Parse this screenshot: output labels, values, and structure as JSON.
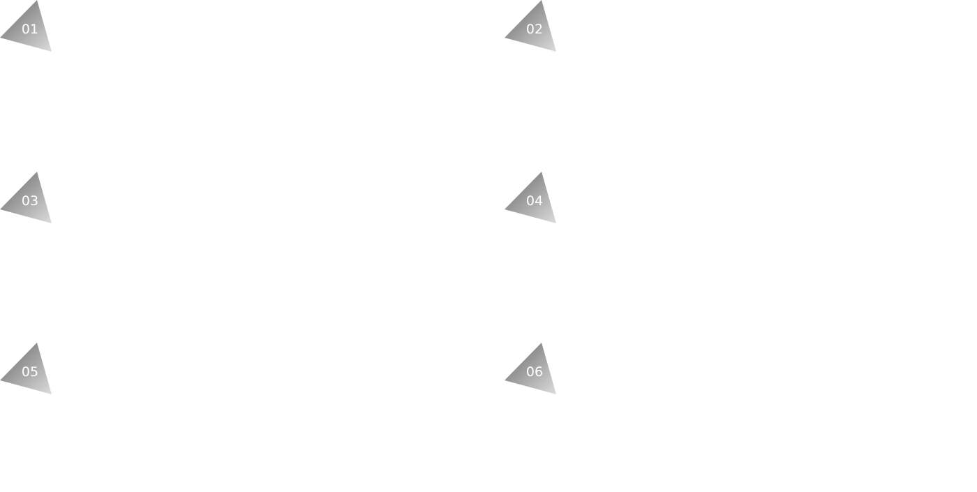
{
  "markers": [
    {
      "label": "01"
    },
    {
      "label": "02"
    },
    {
      "label": "03"
    },
    {
      "label": "04"
    },
    {
      "label": "05"
    },
    {
      "label": "06"
    }
  ],
  "colors": {
    "triangle_dark": "#8c8c8c",
    "triangle_light": "#dcdcdc",
    "label_text": "#ffffff",
    "background": "#ffffff"
  }
}
